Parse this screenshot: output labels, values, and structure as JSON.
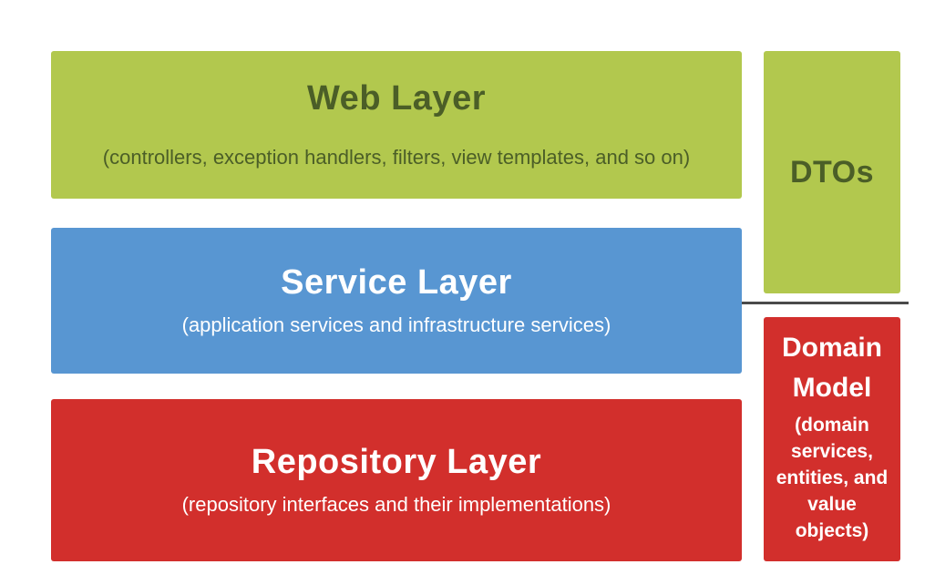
{
  "palette": {
    "layer_green": "#b2c84e",
    "layer_blue": "#5896d2",
    "layer_red": "#d22f2c",
    "green_text": "#4b5e27",
    "white_text": "#ffffff",
    "divider_line": "#4a4a4a",
    "background": "#ffffff"
  },
  "layers": [
    {
      "title": "Web Layer",
      "subtitle": "(controllers, exception handlers, filters, view templates, and so on)"
    },
    {
      "title": "Service Layer",
      "subtitle": "(application services and infrastructure services)"
    },
    {
      "title": "Repository Layer",
      "subtitle": "(repository interfaces and their implementations)"
    }
  ],
  "sidebar": {
    "dtos_label": "DTOs",
    "domain_title": "Domain Model",
    "domain_subtitle": "(domain\nservices,\nentities, and\nvalue\nobjects)"
  }
}
